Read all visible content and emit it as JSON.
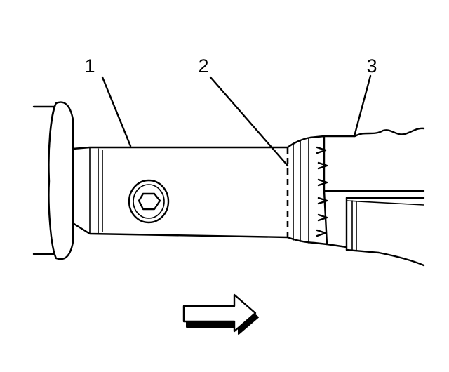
{
  "callouts": [
    {
      "id": "1",
      "label": "1"
    },
    {
      "id": "2",
      "label": "2"
    },
    {
      "id": "3",
      "label": "3"
    }
  ],
  "arrow": {
    "direction": "right"
  }
}
